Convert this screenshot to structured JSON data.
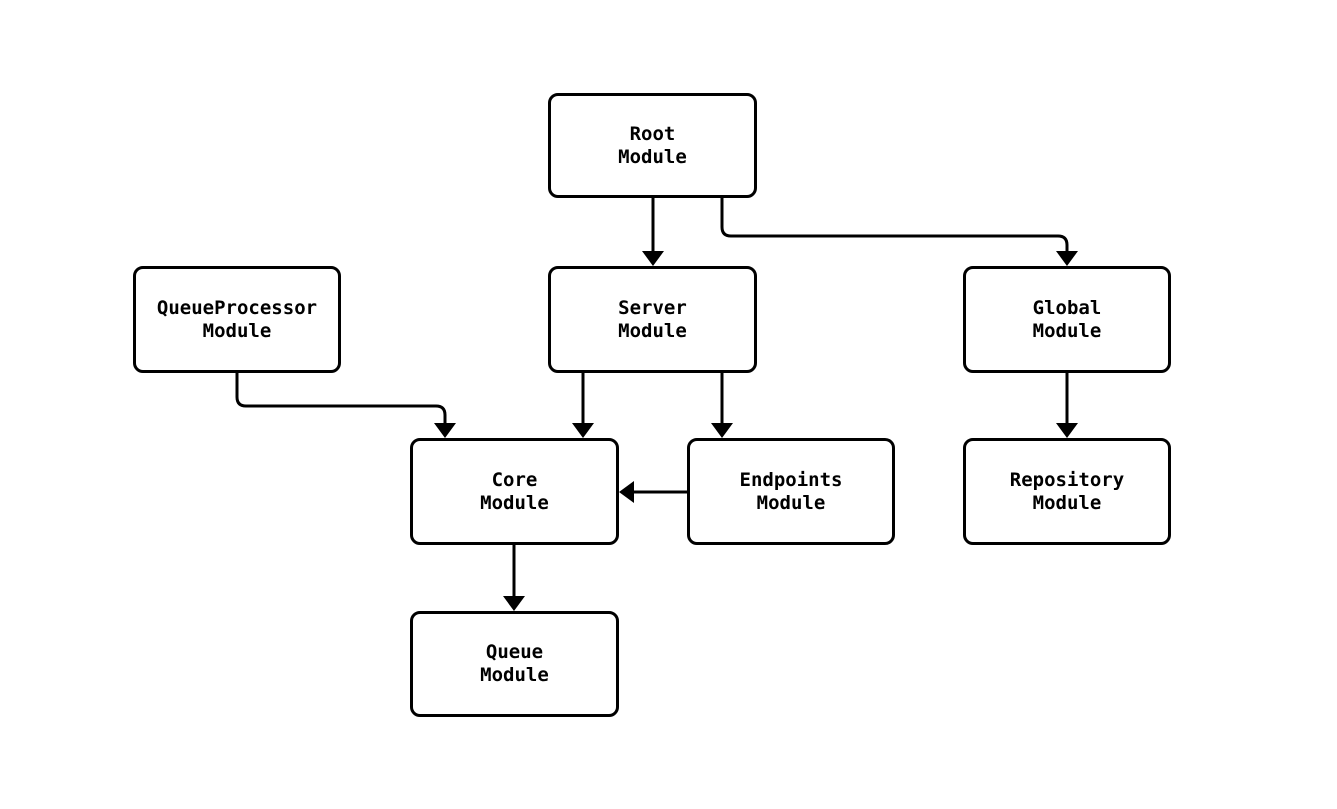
{
  "diagram": {
    "kind": "module-dependency-diagram",
    "background_color": "#ffffff",
    "node_fill_color": "#ffffff",
    "node_border_color": "#000000",
    "edge_color": "#000000",
    "nodes": {
      "root": {
        "line1": "Root",
        "line2": "Module"
      },
      "queueprocessor": {
        "line1": "QueueProcessor",
        "line2": "Module"
      },
      "server": {
        "line1": "Server",
        "line2": "Module"
      },
      "global": {
        "line1": "Global",
        "line2": "Module"
      },
      "core": {
        "line1": "Core",
        "line2": "Module"
      },
      "endpoints": {
        "line1": "Endpoints",
        "line2": "Module"
      },
      "repository": {
        "line1": "Repository",
        "line2": "Module"
      },
      "queue": {
        "line1": "Queue",
        "line2": "Module"
      }
    },
    "edges": [
      {
        "from": "Root Module",
        "to": "Server Module"
      },
      {
        "from": "Root Module",
        "to": "Global Module"
      },
      {
        "from": "QueueProcessor Module",
        "to": "Core Module"
      },
      {
        "from": "Server Module",
        "to": "Core Module"
      },
      {
        "from": "Server Module",
        "to": "Endpoints Module"
      },
      {
        "from": "Endpoints Module",
        "to": "Core Module"
      },
      {
        "from": "Global Module",
        "to": "Repository Module"
      },
      {
        "from": "Core Module",
        "to": "Queue Module"
      }
    ]
  }
}
